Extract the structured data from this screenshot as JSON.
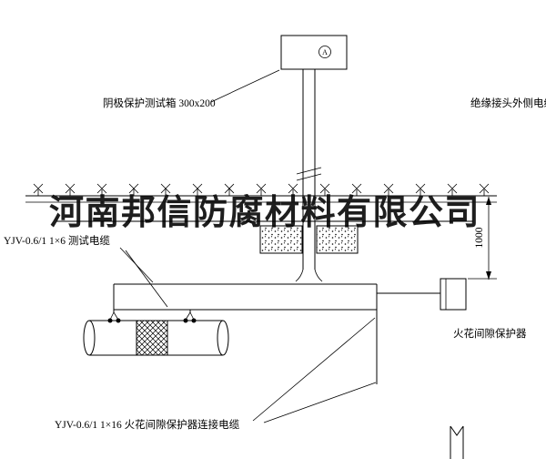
{
  "watermark": {
    "text": "河南邦信防腐材料有限公司"
  },
  "labels": {
    "test_box": "阴极保护测试箱 300x200",
    "right_top_cable": "绝缘接头外侧电缆",
    "test_cable": "YJV-0.6/1 1×6  测试电缆",
    "spark_gap_protector": "火花间隙保护器",
    "spark_gap_cable": "YJV-0.6/1 1×16  火花间隙保护器连接电缆",
    "dimension_1000": "1000",
    "ammeter": "A"
  },
  "colors": {
    "line": "#000000",
    "watermark": "#0e0e0e",
    "background": "#ffffff"
  }
}
